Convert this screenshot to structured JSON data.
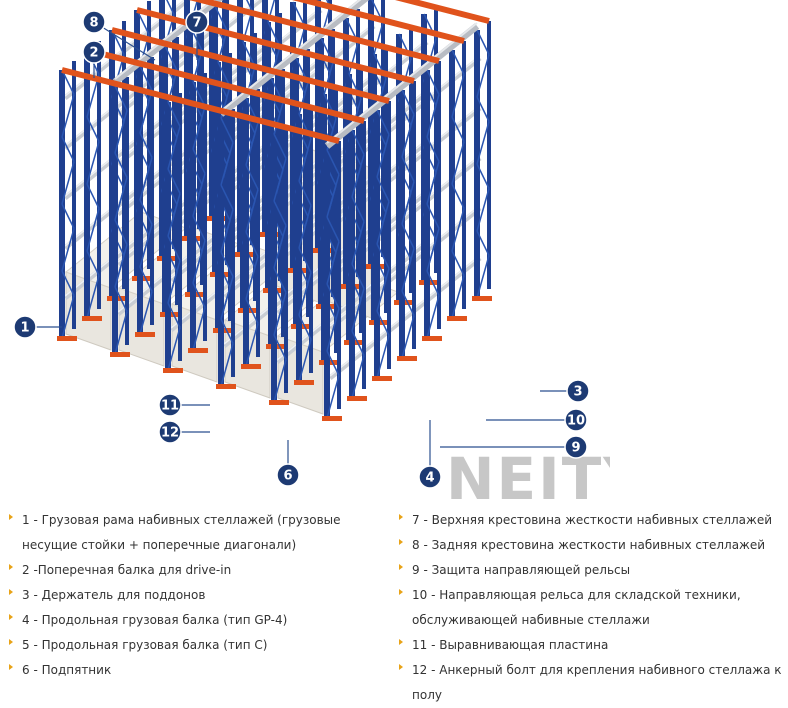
{
  "diagram": {
    "watermark": "NEITY",
    "callouts": [
      "1",
      "2",
      "3",
      "4",
      "6",
      "7",
      "8",
      "9",
      "10",
      "11",
      "12"
    ]
  },
  "legend": {
    "left": [
      "1 - Грузовая рама набивных стеллажей (грузовые несущие стойки + поперечные диагонали)",
      "2 -Поперечная балка для drive-in",
      "3 - Держатель для поддонов",
      "4 - Продольная грузовая балка (тип GP-4)",
      "5 - Продольная грузовая балка (тип С)",
      "6 - Подпятник"
    ],
    "right": [
      "7 - Верхняя крестовина жесткости набивных стеллажей",
      "8 - Задняя крестовина жесткости набивных стеллажей",
      "9 - Защита направляющей рельсы",
      "10 - Направляющая рельса для складской техники, обслуживающей набивные стеллажи",
      "11 - Выравнивающая пластина",
      "12 - Анкерный болт для крепления набивного стеллажа к полу"
    ]
  },
  "colors": {
    "upright": "#1f3f8f",
    "beam": "#e0531c",
    "rail": "#c9cdd3",
    "box": "#e9e6df",
    "callout": "#1d3a73",
    "bullet": "#e8a317"
  }
}
